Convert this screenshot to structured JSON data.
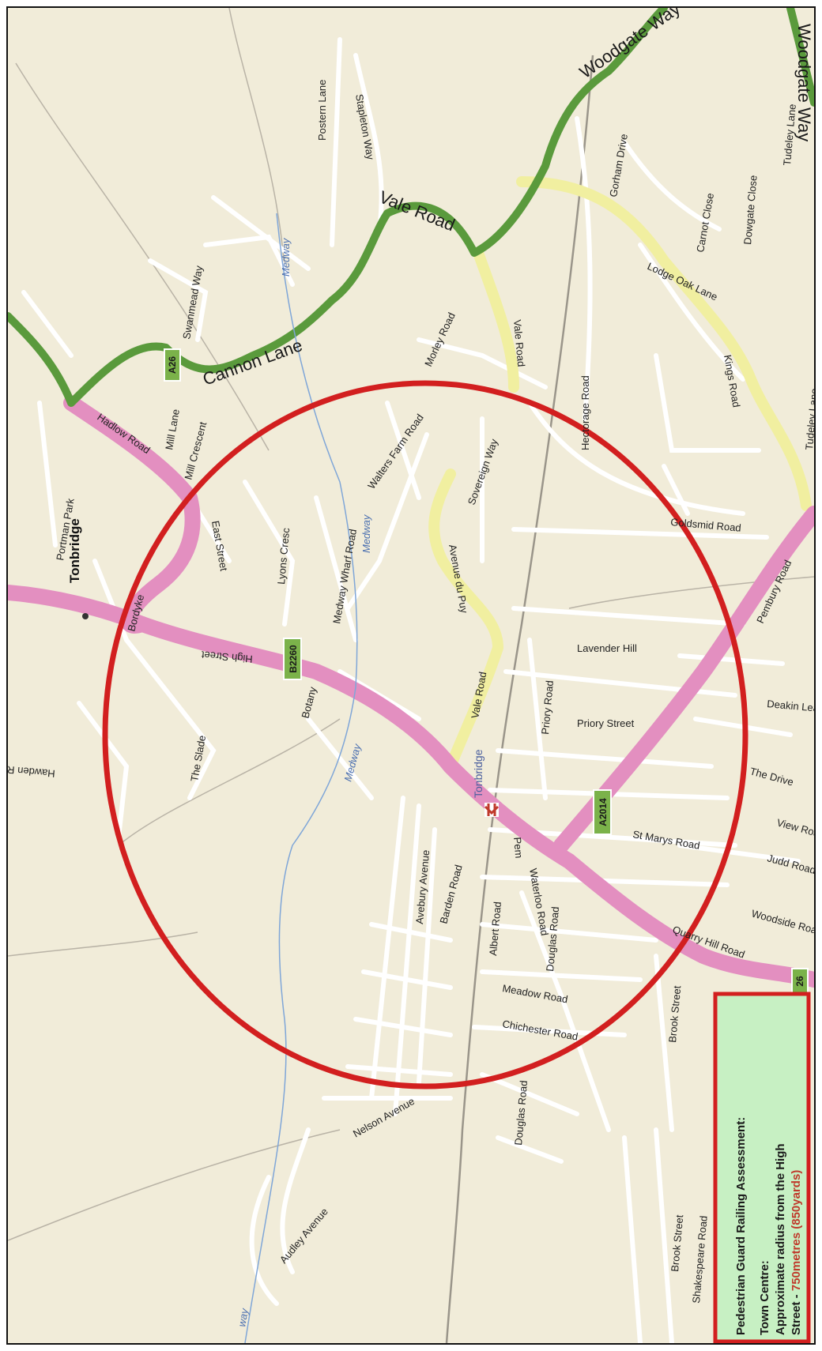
{
  "map": {
    "town_name": "Tonbridge",
    "station_name": "Tonbridge",
    "route_shields": {
      "a26_north": "A26",
      "a26_south": "26",
      "b2260": "B2260",
      "a2014": "A2014"
    },
    "water_labels": [
      "Medway",
      "Medway",
      "Medway",
      "way"
    ],
    "major_road_labels": {
      "woodgate_way": "Woodgate Way",
      "woodgate_way_2": "Woodgate Way",
      "vale_road_north": "Vale Road",
      "cannon_lane": "Cannon Lane"
    },
    "road_labels": {
      "postern_lane": "Postern Lane",
      "stapleton_way": "Stapleton Way",
      "gorham_drive": "Gorham Drive",
      "tudeley_lane_n": "Tudeley Lane",
      "carnot_close": "Carnot Close",
      "dowgate_close": "Dowgate Close",
      "swanmead_way": "Swanmead Way",
      "lodge_oak_lane": "Lodge Oak Lane",
      "morley_road": "Morley Road",
      "vale_road_mid": "Vale Road",
      "hectorage_road": "Hectorage Road",
      "kings_road": "Kings Road",
      "tudeley_lane_s": "Tudeley Lane",
      "mill_lane": "Mill Lane",
      "hadlow_road": "Hadlow Road",
      "mill_crescent": "Mill Crescent",
      "walters_farm_road": "Walters Farm Road",
      "sovereign_way": "Sovereign Way",
      "goldsmid_road": "Goldsmid Road",
      "portman_park": "Portman Park",
      "east_street": "East Street",
      "lyons_crescent": "Lyons Cresc",
      "medway_wharf_road": "Medway Wharf Road",
      "avenue_du_puy": "Avenue du Puy",
      "pembury_road": "Pembury Road",
      "bordyke": "Bordyke",
      "high_street": "High Street",
      "lavender_hill": "Lavender Hill",
      "vale_road_south": "Vale Road",
      "botany": "Botany",
      "priory_road": "Priory Road",
      "priory_street": "Priory Street",
      "deakin_leas": "Deakin Leas",
      "hawden_road": "Hawden Road",
      "the_slade": "The Slade",
      "the_drive": "The Drive",
      "st_marys_road": "St Marys Road",
      "view_road": "View Road",
      "judd_road": "Judd Road",
      "avebury_avenue": "Avebury Avenue",
      "barden_road": "Barden Road",
      "pembury_rd_small": "Pem",
      "waterloo_road": "Waterloo Road",
      "albert_road": "Albert Road",
      "douglas_road": "Douglas Road",
      "woodside_road": "Woodside Road",
      "quarry_hill_road": "Quarry Hill Road",
      "brook_street_n": "Brook Street",
      "meadow_road": "Meadow Road",
      "chichester_road": "Chichester Road",
      "nelson_avenue": "Nelson Avenue",
      "douglas_road_s": "Douglas Road",
      "audley_avenue": "Audley Avenue",
      "brook_street_s": "Brook Street",
      "shakespeare_road": "Shakespeare Road"
    },
    "colors": {
      "background": "#f1ecd9",
      "green_route": "#5a9a3c",
      "pink_route": "#e38fc0",
      "yellow_route": "#f1efa0",
      "minor_road": "#ffffff",
      "radius_circle": "#d21f1f",
      "legend_bg": "#c7f0c3",
      "legend_border": "#d21f1f"
    }
  },
  "legend": {
    "title": "Pedestrian Guard Railing Assessment:",
    "line1": "Town Centre:",
    "line2": "Approximate radius from the High",
    "line3_prefix": "Street - ",
    "line3_highlight": "750metres (850yards)"
  }
}
